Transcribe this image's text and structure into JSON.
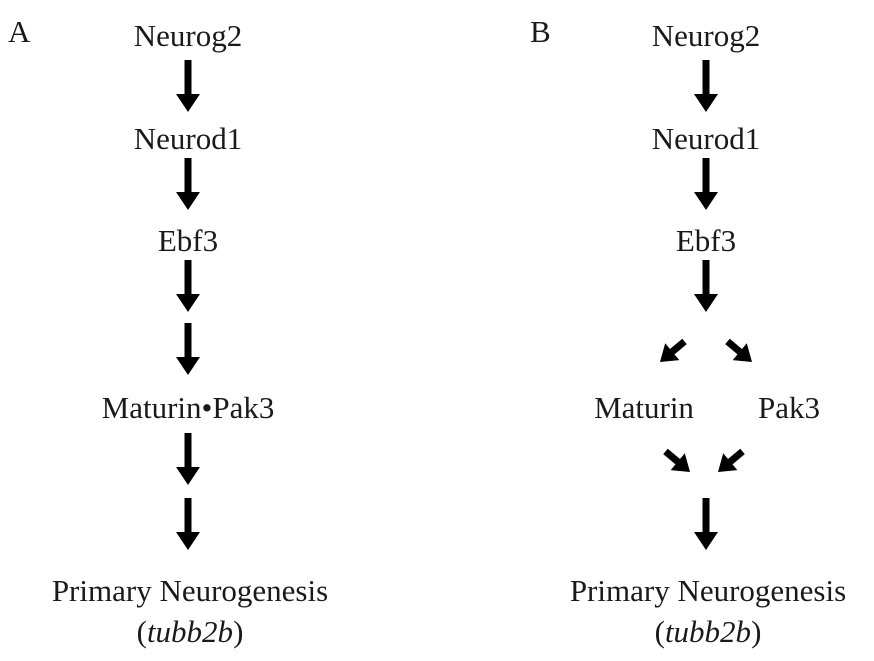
{
  "panel_a": {
    "letter": "A",
    "nodes": {
      "neurog2": "Neurog2",
      "neurod1": "Neurod1",
      "ebf3": "Ebf3",
      "maturin_pak3": "Maturin•Pak3",
      "outcome": "Primary Neurogenesis",
      "outcome_gene": "tubb2b"
    }
  },
  "panel_b": {
    "letter": "B",
    "nodes": {
      "neurog2": "Neurog2",
      "neurod1": "Neurod1",
      "ebf3": "Ebf3",
      "maturin": "Maturin",
      "pak3": "Pak3",
      "outcome": "Primary Neurogenesis",
      "outcome_gene": "tubb2b"
    }
  },
  "colors": {
    "arrow": "#231f20",
    "text": "#1a1a1a",
    "background": "#ffffff"
  }
}
